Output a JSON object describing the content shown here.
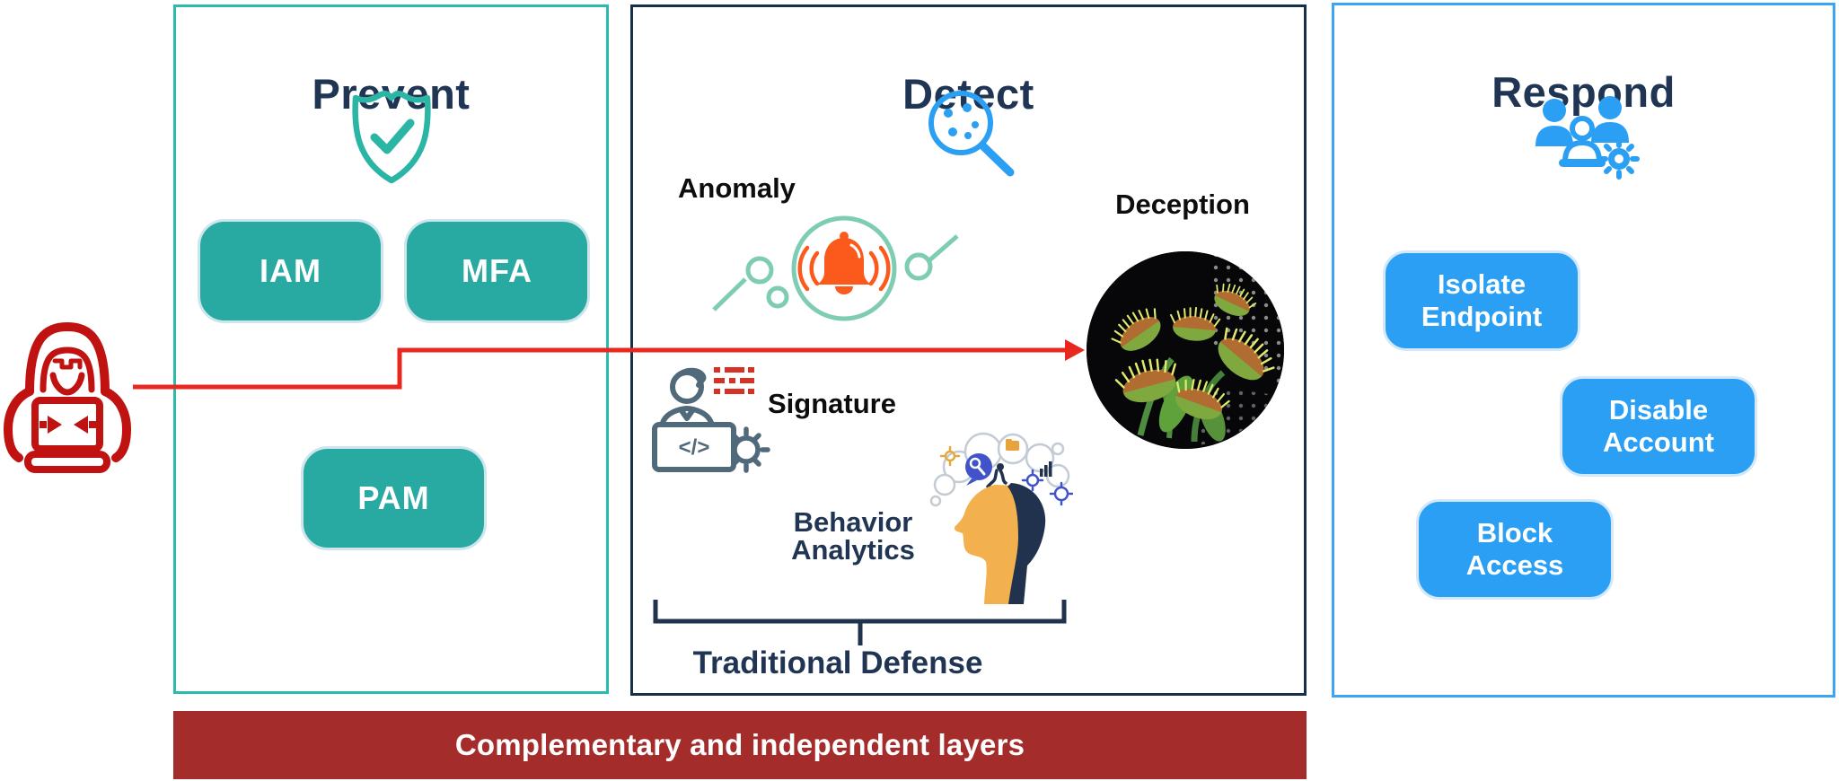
{
  "panels": {
    "prevent": {
      "title": "Prevent",
      "buttons": [
        {
          "label": "IAM"
        },
        {
          "label": "MFA"
        },
        {
          "label": "PAM"
        }
      ]
    },
    "detect": {
      "title": "Detect",
      "labels": {
        "anomaly": "Anomaly",
        "deception": "Deception",
        "signature": "Signature",
        "behavior_line1": "Behavior",
        "behavior_line2": "Analytics",
        "traditional_defense": "Traditional Defense"
      }
    },
    "respond": {
      "title": "Respond",
      "buttons": [
        {
          "line1": "Isolate",
          "line2": "Endpoint"
        },
        {
          "line1": "Disable",
          "line2": "Account"
        },
        {
          "line1": "Block",
          "line2": "Access"
        }
      ]
    }
  },
  "banner": {
    "text": "Complementary and independent layers"
  },
  "icons": {
    "prevent": "shield-check-icon",
    "detect": "magnifier-dots-icon",
    "respond": "team-gear-icon",
    "anomaly": "alert-bell-network-icon",
    "signature": "analyst-code-gear-icon",
    "behavior": "open-head-analytics-illustration",
    "deception": "venus-flytrap-photo",
    "attacker": "hooded-hacker-icon",
    "attack_path": "red-attack-arrow",
    "code_glyph": "</>"
  },
  "colors": {
    "teal_border": "#2bbbae",
    "teal_button": "#28a9a2",
    "navy": "#1f3553",
    "detect_border": "#16304c",
    "blue": "#2b9ff3",
    "respond_border": "#3ba4f3",
    "arrow_red": "#e8281e",
    "hacker_red": "#c11212",
    "banner_red": "#a42c2b",
    "bell_orange": "#fb5a1c",
    "anomaly_green": "#7eccb4",
    "signature_slate": "#50697b"
  }
}
